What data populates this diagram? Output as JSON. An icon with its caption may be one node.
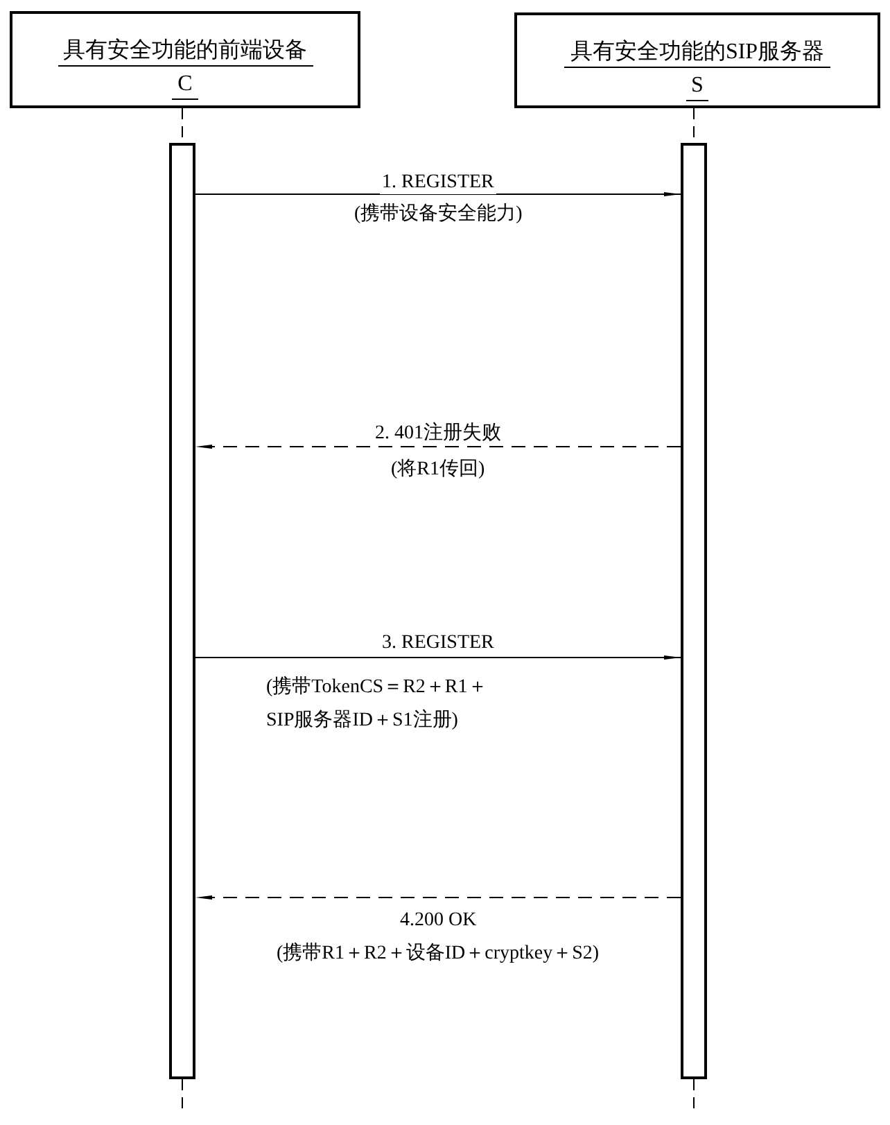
{
  "diagram": {
    "nodes": [
      {
        "text": [
          "具有安全功能的前端设备",
          "C"
        ]
      },
      {
        "text": [
          "具有安全功能的SIP服务器",
          "S"
        ]
      },
      {
        "text": [],
        "shape": "bar"
      },
      {
        "text": [],
        "shape": "bar"
      }
    ],
    "edges": [
      {
        "from": 0,
        "to": 2,
        "arrow": "none",
        "style": "dashed"
      },
      {
        "from": 1,
        "to": 3,
        "arrow": "none",
        "style": "dashed"
      },
      {
        "from": 2,
        "to": 3,
        "arrow": "to",
        "label": "1. REGISTER"
      },
      {
        "from": 3,
        "to": 2,
        "arrow": "to",
        "label": "2. 401注册失败",
        "style": "dashed"
      },
      {
        "from": 2,
        "to": 3,
        "arrow": "to",
        "label": "3. REGISTER"
      },
      {
        "from": 3,
        "to": 2,
        "arrow": "to",
        "label": "4.200 OK",
        "style": "dashed"
      }
    ],
    "labels": [
      "(携带设备安全能力)",
      "(将R1传回)",
      "(携带TokenCS＝R2＋R1＋ SIP服务器ID＋S1注册)",
      "(携带R1＋R2＋设备ID＋cryptkey＋S2)"
    ]
  }
}
